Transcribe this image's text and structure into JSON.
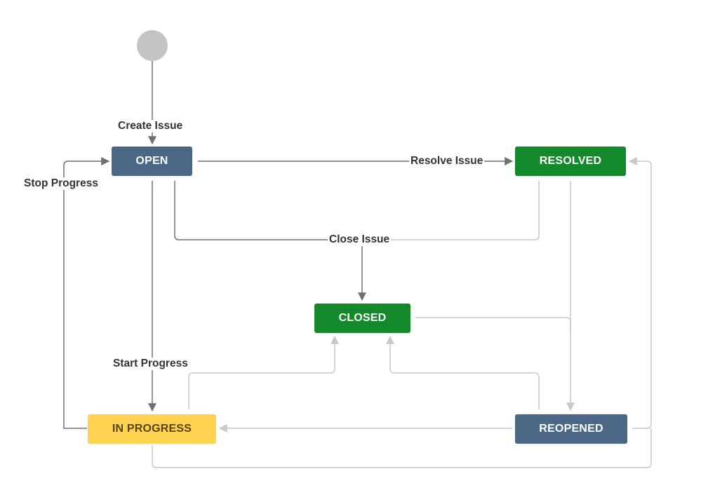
{
  "colors": {
    "open": "#4a6785",
    "resolved": "#14892c",
    "closed": "#14892c",
    "in_progress": "#ffd351",
    "reopened": "#4a6785",
    "text_light": "#ffffff",
    "text_dark": "#594300",
    "line_dark": "#707070",
    "line_light": "#c8c8c8",
    "start_circle": "#c4c4c4"
  },
  "statuses": {
    "open": "OPEN",
    "resolved": "RESOLVED",
    "closed": "CLOSED",
    "in_progress": "IN PROGRESS",
    "reopened": "REOPENED"
  },
  "transitions": {
    "create_issue": "Create Issue",
    "resolve_issue": "Resolve Issue",
    "stop_progress": "Stop Progress",
    "close_issue": "Close Issue",
    "start_progress": "Start Progress"
  }
}
